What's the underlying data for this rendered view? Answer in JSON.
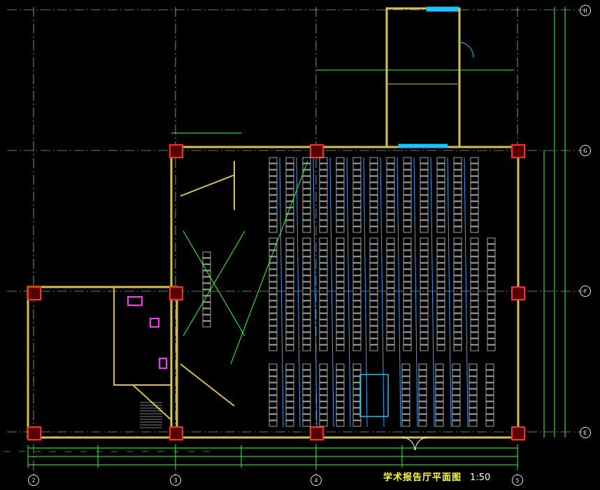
{
  "drawing": {
    "title": "学术报告厅平面图",
    "scale": "1:50"
  },
  "axes": {
    "bottom": [
      "2",
      "3",
      "4",
      "5"
    ],
    "right": [
      "H",
      "G",
      "F",
      "E"
    ]
  },
  "colors": {
    "background": "#000000",
    "wall": "#d4c24a",
    "column_fill": "#ff2a2a",
    "grid": "#e8e8e8",
    "dimension": "#33ff33",
    "seat": "#cfcfcf",
    "blue": "#3aa0ff",
    "magenta": "#ff33ff",
    "cyan": "#20c0ff"
  }
}
